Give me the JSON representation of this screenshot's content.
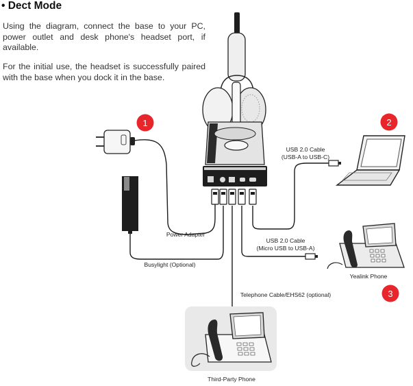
{
  "section": {
    "title": "• Dect Mode",
    "paragraphs": [
      "Using the diagram, connect the base to your PC, power outlet and desk phone's headset port, if available.",
      "For the initial use, the headset is successfully paired with the base when you dock it in the base."
    ]
  },
  "diagram": {
    "badges": [
      "1",
      "2",
      "3"
    ],
    "labels": {
      "usb_pc_line1": "USB 2.0 Cable",
      "usb_pc_line2": "(USB-A to USB-C)",
      "power_adapter": "Power Adapter",
      "usb_phone_line1": "USB 2.0 Cable",
      "usb_phone_line2": "(Micro USB to USB-A)",
      "yealink_phone": "Yealink Phone",
      "busylight": "Busylight (Optional)",
      "telephone_cable": "Telephone Cable/EHS62 (optional)",
      "third_party_phone": "Third-Party Phone"
    },
    "colors": {
      "badge": "#e8252a",
      "line": "#1a1a1a",
      "device_fill": "#e9e9e9",
      "dark": "#1e1e1e"
    }
  }
}
